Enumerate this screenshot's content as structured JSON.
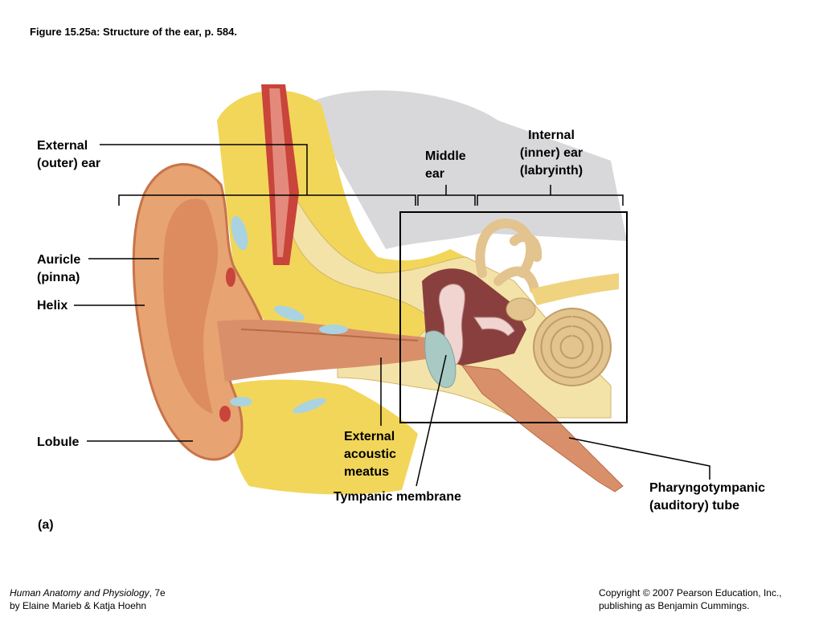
{
  "figure_title": "Figure 15.25a:  Structure of the ear, p. 584.",
  "labels": {
    "external_ear": [
      "External",
      "(outer) ear"
    ],
    "middle_ear": [
      "Middle",
      "ear"
    ],
    "internal_ear": [
      "Internal",
      "(inner) ear",
      "(labryinth)"
    ],
    "auricle": [
      "Auricle",
      "(pinna)"
    ],
    "helix": "Helix",
    "lobule": "Lobule",
    "external_acoustic_meatus": [
      "External",
      "acoustic",
      "meatus"
    ],
    "tympanic_membrane": "Tympanic membrane",
    "pharyngotympanic_tube": [
      "Pharyngotympanic",
      "(auditory) tube"
    ]
  },
  "panel_letter": "(a)",
  "footer": {
    "book_title": "Human Anatomy and Physiology",
    "edition": ", 7e",
    "authors": "by Elaine Marieb & Katja Hoehn",
    "copyright": "Copyright © 2007 Pearson Education, Inc.,",
    "publisher": "publishing as Benjamin Cummings."
  },
  "colors": {
    "skin": "#e7a372",
    "skin_dark": "#c8744a",
    "fat": "#f2d65a",
    "bone": "#f4e3a8",
    "canal": "#d9906a",
    "muscle": "#c9443a",
    "cartilage": "#a9d3e0",
    "membrane": "#a8c9c4",
    "cochlea": "#e3c38e",
    "middle_cavity": "#8a3f3f",
    "shadow": "#c7c7cc",
    "line": "#000000"
  }
}
